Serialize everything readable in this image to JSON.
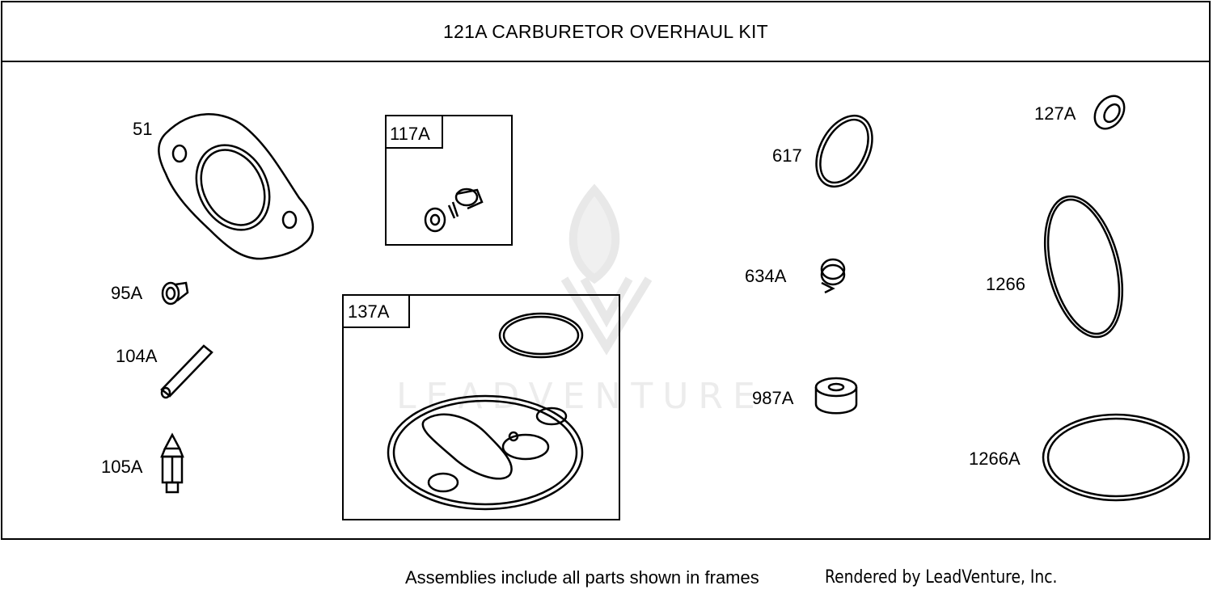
{
  "title": "121A CARBURETOR OVERHAUL KIT",
  "watermark": {
    "text": "LEADVENTURE",
    "color": "#ececec"
  },
  "parts": [
    {
      "id": "51",
      "label": "51",
      "description_icon": "carburetor-flange-gasket-icon"
    },
    {
      "id": "95A",
      "label": "95A",
      "description_icon": "small-screw-icon"
    },
    {
      "id": "104A",
      "label": "104A",
      "description_icon": "pin-icon"
    },
    {
      "id": "105A",
      "label": "105A",
      "description_icon": "inlet-needle-icon"
    },
    {
      "id": "117A",
      "label": "117A",
      "description_icon": "screw-and-washer-icon",
      "framed": true
    },
    {
      "id": "137A",
      "label": "137A",
      "description_icon": "float-bowl-gasket-set-icon",
      "framed": true
    },
    {
      "id": "617",
      "label": "617",
      "description_icon": "o-ring-icon"
    },
    {
      "id": "634A",
      "label": "634A",
      "description_icon": "spring-icon"
    },
    {
      "id": "987A",
      "label": "987A",
      "description_icon": "bushing-icon"
    },
    {
      "id": "127A",
      "label": "127A",
      "description_icon": "washer-icon"
    },
    {
      "id": "1266",
      "label": "1266",
      "description_icon": "large-o-ring-icon"
    },
    {
      "id": "1266A",
      "label": "1266A",
      "description_icon": "large-o-ring-icon"
    }
  ],
  "footer": {
    "note": "Assemblies include all parts shown in frames",
    "credit": "Rendered by LeadVenture, Inc."
  }
}
